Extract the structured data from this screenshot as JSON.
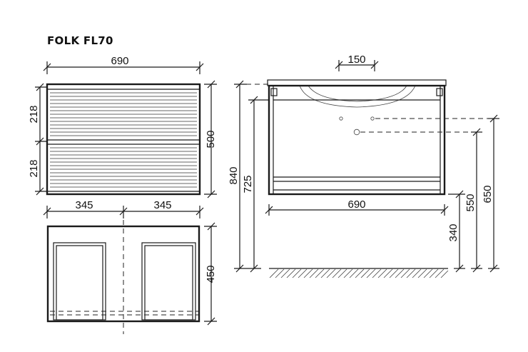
{
  "title": "FOLK FL70",
  "dimensions": {
    "front_width": "690",
    "drawer_top_height": "218",
    "drawer_bottom_height": "218",
    "front_height": "500",
    "half_left": "345",
    "half_right": "345",
    "depth": "450",
    "basin_hole": "150",
    "total_height": "840",
    "counter_height": "725",
    "side_width": "690",
    "outlet_height_1": "650",
    "outlet_height_2": "550",
    "cabinet_bottom": "340"
  }
}
